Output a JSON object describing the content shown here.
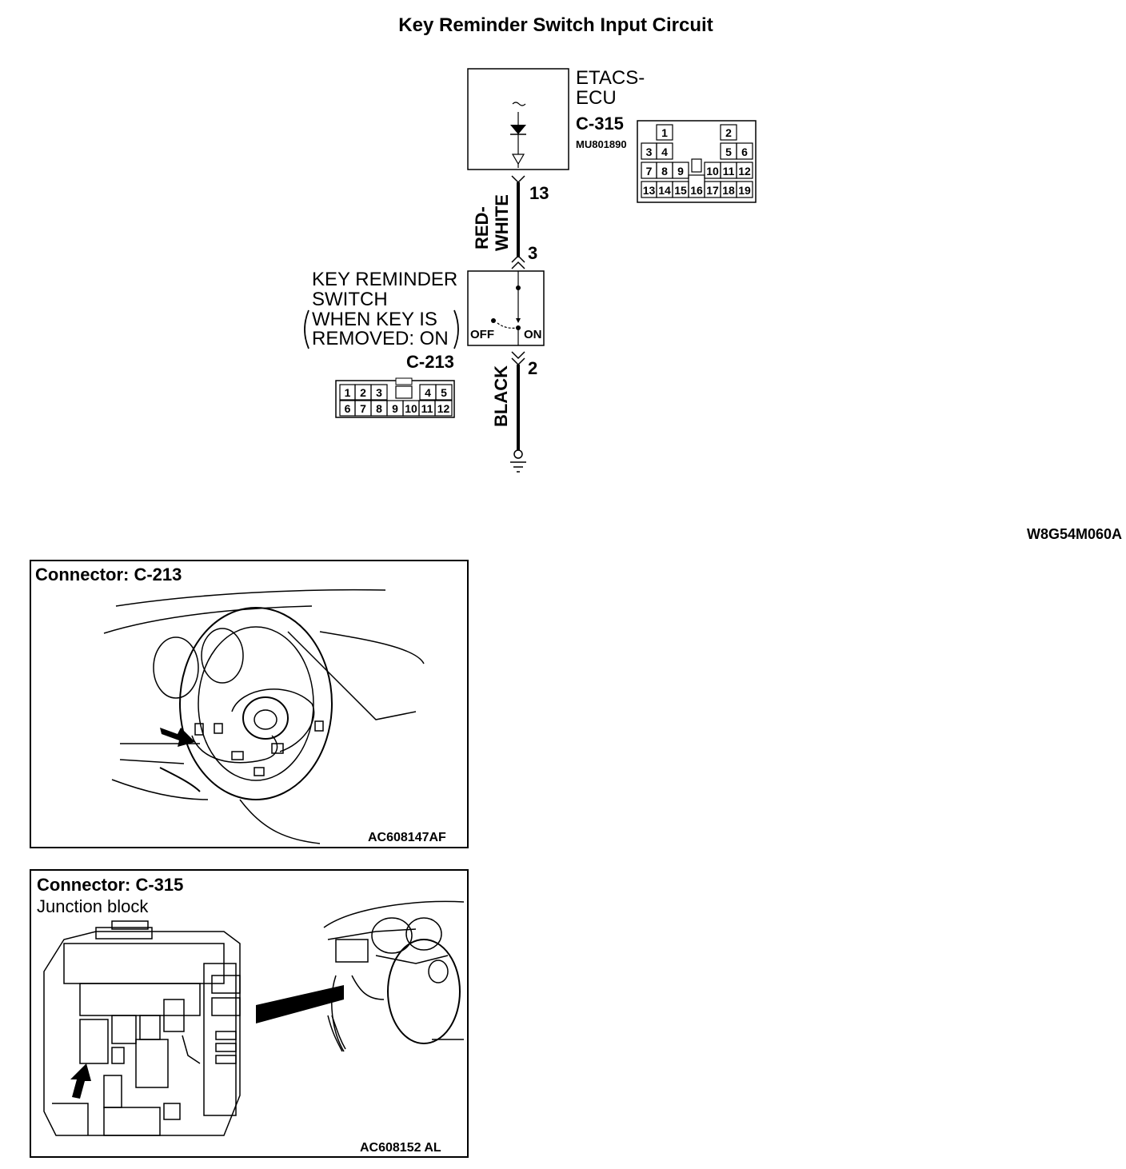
{
  "title": "Key Reminder Switch Input Circuit",
  "ecu": {
    "name_line1": "ETACS-",
    "name_line2": "ECU",
    "connector": "C-315",
    "part_no": "MU801890",
    "terminal": "13",
    "pins": [
      "1",
      "2",
      "3",
      "4",
      "5",
      "6",
      "7",
      "8",
      "9",
      "10",
      "11",
      "12",
      "13",
      "14",
      "15",
      "16",
      "17",
      "18",
      "19"
    ]
  },
  "wire_top": {
    "color_line1": "RED-",
    "color_line2": "WHITE",
    "terminal_switch": "3"
  },
  "switch": {
    "name_line1": "KEY REMINDER",
    "name_line2": "SWITCH",
    "cond_line1": "WHEN KEY IS",
    "cond_line2": "REMOVED: ON",
    "connector": "C-213",
    "off_label": "OFF",
    "on_label": "ON",
    "pins": [
      "1",
      "2",
      "3",
      "4",
      "5",
      "6",
      "7",
      "8",
      "9",
      "10",
      "11",
      "12"
    ]
  },
  "wire_bottom": {
    "color": "BLACK",
    "terminal_switch": "2"
  },
  "diagram_code": "W8G54M060A",
  "panel1": {
    "title": "Connector: C-213",
    "code": "AC608147AF"
  },
  "panel2": {
    "title": "Connector: C-315",
    "subtitle": "Junction block",
    "code": "AC608152 AL"
  }
}
